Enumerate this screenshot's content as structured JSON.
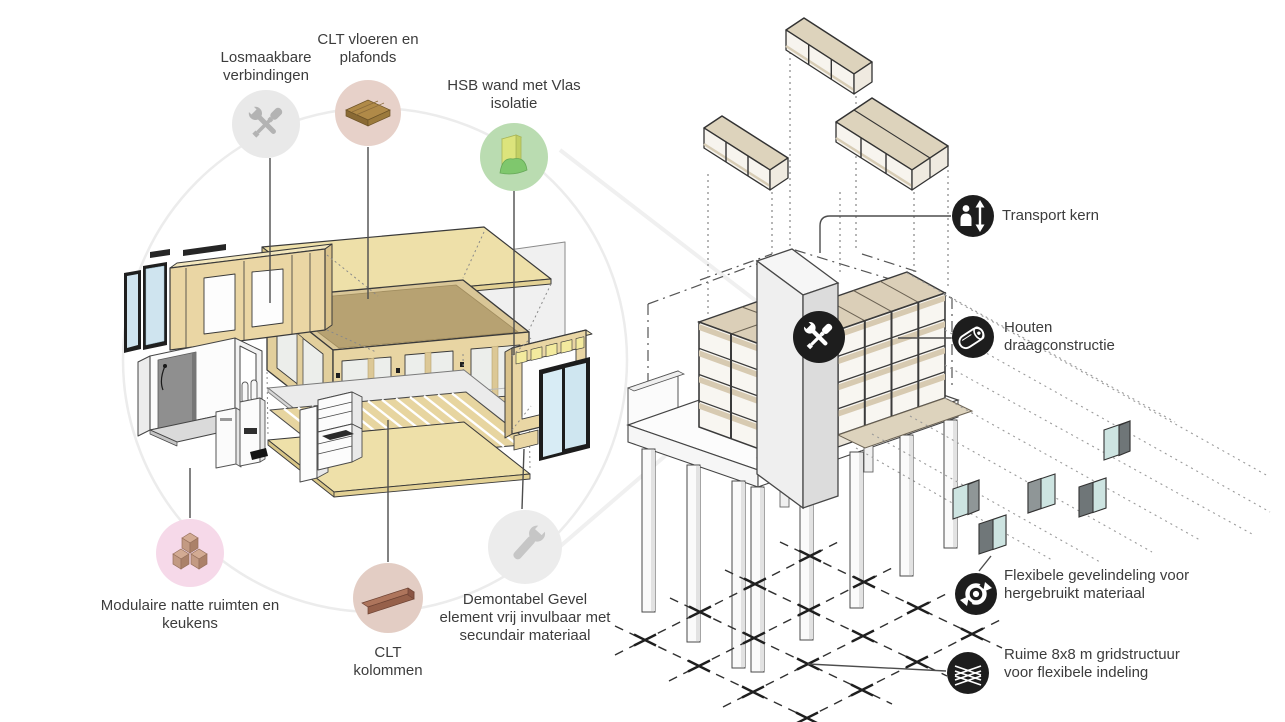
{
  "left_diagram": {
    "description": "Exploded axonometric of demountable timber module",
    "callouts": [
      {
        "id": "losmaakbare",
        "label": "Losmaakbare verbindingen",
        "icon": "tools-icon",
        "circle_color": "#e9e9e9"
      },
      {
        "id": "clt_vloeren",
        "label": "CLT vloeren en plafonds",
        "icon": "clt-plank-icon",
        "circle_color": "#e7d1c9"
      },
      {
        "id": "hsb_wand",
        "label": "HSB wand met Vlas isolatie",
        "icon": "insulated-wall-icon",
        "circle_color": "#badcb1"
      },
      {
        "id": "modulaire",
        "label": "Modulaire natte ruimten en keukens",
        "icon": "stacked-boxes-icon",
        "circle_color": "#f6d9e9"
      },
      {
        "id": "clt_kolommen",
        "label": "CLT kolommen",
        "icon": "clt-beam-icon",
        "circle_color": "#e3cdc4"
      },
      {
        "id": "demontabel",
        "label": "Demontabel Gevel element vrij invulbaar met secundair materiaal",
        "icon": "wrench-icon",
        "circle_color": "#ececec"
      }
    ]
  },
  "right_diagram": {
    "description": "Modular timber building on grid structure",
    "callouts": [
      {
        "id": "transport",
        "label": "Transport kern",
        "icon": "elevator-person-icon",
        "circle_color": "#1d1d1d"
      },
      {
        "id": "houten",
        "label": "Houten draagconstructie",
        "icon": "log-icon",
        "circle_color": "#1d1d1d"
      },
      {
        "id": "flexibele",
        "label": "Flexibele gevelindeling voor hergebruikt materiaal",
        "icon": "recycle-icon",
        "circle_color": "#1d1d1d"
      },
      {
        "id": "ruime",
        "label": "Ruime 8x8 m gridstructuur voor flexibele indeling",
        "icon": "mesh-grid-icon",
        "circle_color": "#1d1d1d"
      }
    ],
    "center_badge": {
      "icon": "tools-icon",
      "circle_color": "#1d1d1d"
    }
  },
  "colors": {
    "text": "#3c3c3c",
    "wood_light": "#eee0a9",
    "wood_frame": "#e8d5a3",
    "wood_top": "#b7a272",
    "glass": "#cfe6f0",
    "facade_glass": "#cde4e1",
    "cell_beige": "#d7cab1",
    "badge_black": "#1d1d1d",
    "leader": "#4d4d4d"
  }
}
